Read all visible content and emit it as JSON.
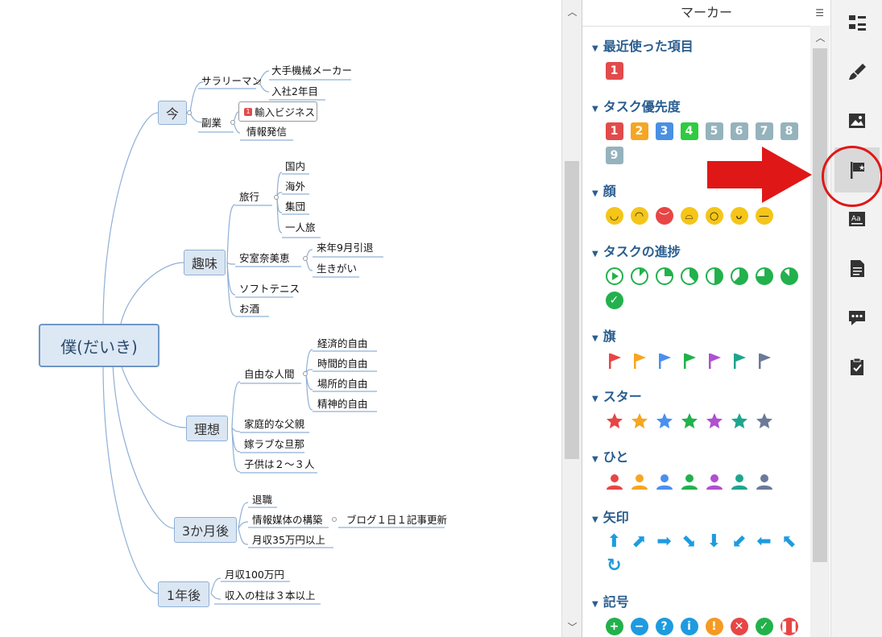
{
  "mindmap": {
    "root": "僕(だいき)",
    "now": {
      "label": "今",
      "salaryman": "サラリーマン",
      "salaryman_children": [
        "大手機械メーカー",
        "入社2年目"
      ],
      "side": "副業",
      "side_children": [
        "輸入ビジネス",
        "情報発信"
      ]
    },
    "hobby": {
      "label": "趣味",
      "travel": "旅行",
      "travel_children": [
        "国内",
        "海外",
        "集団",
        "一人旅"
      ],
      "amuro": "安室奈美恵",
      "amuro_children": [
        "来年9月引退",
        "生きがい"
      ],
      "tennis": "ソフトテニス",
      "sake": "お酒"
    },
    "ideal": {
      "label": "理想",
      "free": "自由な人間",
      "free_children": [
        "経済的自由",
        "時間的自由",
        "場所的自由",
        "精神的自由"
      ],
      "items": [
        "家庭的な父親",
        "嫁ラブな旦那",
        "子供は２〜３人"
      ]
    },
    "three_months": {
      "label": "3か月後",
      "quit": "退職",
      "media": "情報媒体の構築",
      "media_child": "ブログ１日１記事更新",
      "income": "月収35万円以上"
    },
    "one_year": {
      "label": "1年後",
      "children": [
        "月収100万円",
        "収入の柱は３本以上"
      ]
    }
  },
  "panel": {
    "title": "マーカー",
    "recent": {
      "title": "最近使った項目",
      "items": [
        "1"
      ]
    },
    "priority": {
      "title": "タスク優先度",
      "items": [
        "1",
        "2",
        "3",
        "4",
        "5",
        "6",
        "7",
        "8",
        "9"
      ],
      "colors": [
        "#e24b4b",
        "#f5a623",
        "#4a90e2",
        "#2ecc40",
        "#95b3bd",
        "#95b3bd",
        "#95b3bd",
        "#95b3bd",
        "#95b3bd"
      ]
    },
    "face": {
      "title": "顔"
    },
    "progress": {
      "title": "タスクの進捗"
    },
    "flag": {
      "title": "旗"
    },
    "star": {
      "title": "スター"
    },
    "people": {
      "title": "ひと"
    },
    "arrow": {
      "title": "矢印"
    },
    "symbol": {
      "title": "記号"
    },
    "marker_colors": [
      "#e84545",
      "#f5a623",
      "#4a8ff0",
      "#22b14c",
      "#b04fd1",
      "#1fa58e",
      "#6b7a99"
    ],
    "accent": "#2a5d8f"
  },
  "toolbar": {
    "icons": [
      "outline-icon",
      "style-brush-icon",
      "image-icon",
      "marker-flag-icon",
      "format-text-icon",
      "notes-icon",
      "comment-icon",
      "task-clipboard-icon"
    ],
    "active": "marker-flag-icon"
  },
  "annotation": {
    "arrow_color": "#e01717"
  }
}
